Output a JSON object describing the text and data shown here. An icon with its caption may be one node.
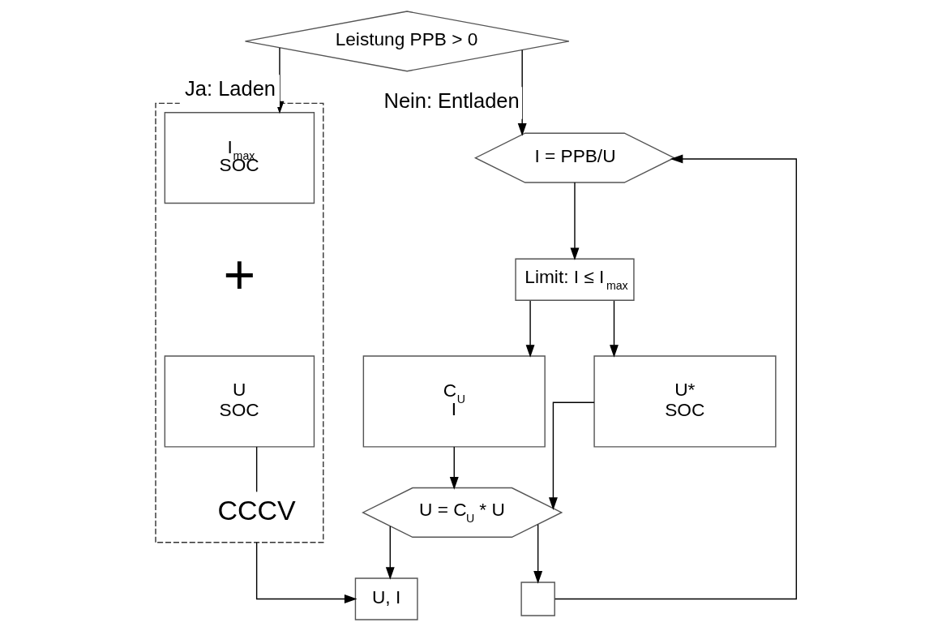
{
  "diagram": {
    "nodes": [
      {
        "text": [
          "Leistung PPB > 0"
        ]
      },
      {
        "text": [],
        "shape": "box"
      },
      {
        "text": [
          "I$_{max}$",
          "SOC"
        ],
        "in": 1
      },
      {
        "text": [
          "U",
          "SOC"
        ],
        "in": 1
      },
      {
        "text": [
          "CCCV"
        ],
        "in": 1
      },
      {
        "text": [
          "I = PPB/U"
        ]
      },
      {
        "text": [
          "Limit: I ≤ I$_{max}$"
        ]
      },
      {
        "text": [
          "C$_{U}$",
          "I"
        ]
      },
      {
        "text": [
          "U*",
          "SOC"
        ]
      },
      {
        "text": [
          "U = C$_{U}$ * U"
        ]
      },
      {
        "text": [],
        "shape": "box"
      },
      {
        "text": [
          "U, I"
        ]
      }
    ],
    "edges": [
      {
        "from": 0,
        "to": 2,
        "arrow": "to",
        "label": "Ja: Laden"
      },
      {
        "from": 0,
        "to": 5,
        "arrow": "to",
        "label": "Nein: Entladen"
      },
      {
        "from": 3,
        "to": 4,
        "arrow": "none"
      },
      {
        "from": 5,
        "to": 6,
        "arrow": "to"
      },
      {
        "from": 6,
        "to": 7,
        "arrow": "to"
      },
      {
        "from": 6,
        "to": 8,
        "arrow": "to"
      },
      {
        "from": 7,
        "to": 9,
        "arrow": "to"
      },
      {
        "from": 8,
        "to": 9,
        "arrow": "to"
      },
      {
        "from": 9,
        "to": 10,
        "arrow": "to"
      },
      {
        "from": 10,
        "to": 5,
        "arrow": "to"
      },
      {
        "from": 1,
        "to": 11,
        "arrow": "to"
      },
      {
        "from": 9,
        "to": 11,
        "arrow": "to"
      }
    ],
    "labels": [
      "+"
    ]
  }
}
